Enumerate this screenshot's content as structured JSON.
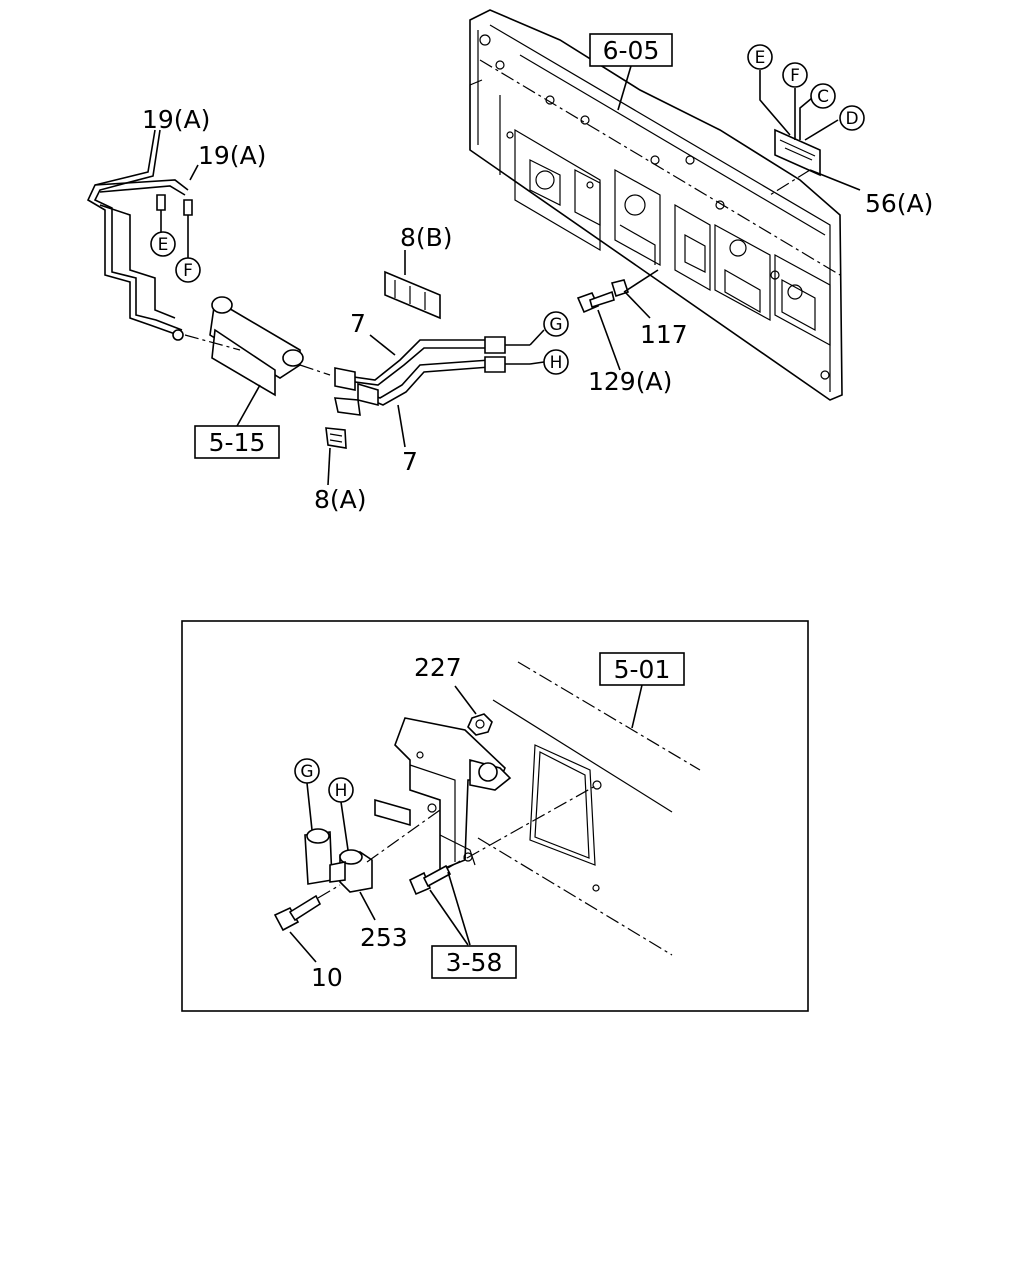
{
  "labels": {
    "ref_6_05": "6-05",
    "ref_5_15": "5-15",
    "ref_5_01": "5-01",
    "ref_3_58": "3-58",
    "p19a_1": "19(A)",
    "p19a_2": "19(A)",
    "p8b": "8(B)",
    "p7_top": "7",
    "p7_bottom": "7",
    "p8a": "8(A)",
    "p117": "117",
    "p129a": "129(A)",
    "p56a": "56(A)",
    "p227": "227",
    "p253": "253",
    "p10": "10"
  },
  "connectors": {
    "E1": "E",
    "F1": "F",
    "G1": "G",
    "H1": "H",
    "E2": "E",
    "F2": "F",
    "C": "C",
    "D": "D",
    "G2": "G",
    "H2": "H"
  }
}
